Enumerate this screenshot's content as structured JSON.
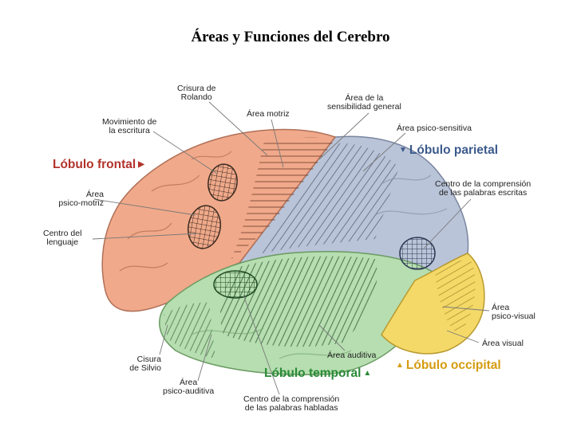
{
  "title": "Áreas y Funciones del Cerebro",
  "lobes": {
    "frontal": "Lóbulo frontal",
    "parietal": "Lóbulo parietal",
    "temporal": "Lóbulo temporal",
    "occipital": "Lóbulo occipital"
  },
  "labels": {
    "crisura_rolando": [
      "Crisura de",
      "Rolando"
    ],
    "area_motriz": "Área motriz",
    "sensibilidad_general": [
      "Área de la",
      "sensibilidad general"
    ],
    "psico_sensitiva": "Área psico-sensitiva",
    "movimiento_escritura": [
      "Movimiento de",
      "la escritura"
    ],
    "psico_motriz": [
      "Área",
      "psico-motriz"
    ],
    "centro_lenguaje": [
      "Centro del",
      "lenguaje"
    ],
    "comprension_escritas": [
      "Centro de la comprensión",
      "de las palabras escritas"
    ],
    "psico_visual": [
      "Área",
      "psico-visual"
    ],
    "area_visual": "Área visual",
    "area_auditiva": "Área auditiva",
    "cisura_silvio": [
      "Cisura",
      "de Silvio"
    ],
    "psico_auditiva": [
      "Área",
      "psico-auditiva"
    ],
    "comprension_habladas": [
      "Centro de la comprensión",
      "de las palabras habladas"
    ]
  },
  "colors": {
    "frontal": "#f0a98a",
    "parietal": "#b9c4d8",
    "temporal": "#b6deb0",
    "occipital": "#f4d968",
    "frontal_label": "#b2332c",
    "parietal_label": "#3c5a8c",
    "temporal_label": "#2b8a38",
    "occipital_label": "#d59b10"
  }
}
